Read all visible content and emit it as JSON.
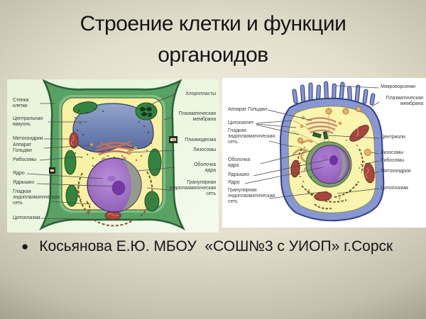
{
  "slide": {
    "title": [
      "Строение клетки и функции",
      "органоидов"
    ],
    "footer_bullet": "Косьянова Е.Ю. МБОУ  «СОШ№3 с УИОП» г.Сорск"
  },
  "plant_cell": {
    "caption": "plant-cell-diagram",
    "left_labels": [
      "Стенка клетки",
      "Центральная вакуоль",
      "Митохондрии",
      "Аппарат Гольджи",
      "Рибосомы",
      "Ядро",
      "Ядрышко",
      "Гладкая эндоплазматическая сеть",
      "Цитоплазма"
    ],
    "right_labels": [
      "Хлоропласты",
      "Плазматическая мембрана",
      "Плазмодесма",
      "Лизосомы",
      "Оболочка ядра",
      "Гранулярная эндоплазматическая сеть"
    ]
  },
  "animal_cell": {
    "caption": "animal-cell-diagram",
    "left_labels": [
      "Аппарат Гольджи",
      "Цитоскелет",
      "Гладкая эндоплазматическая сеть",
      "Оболочка ядра",
      "Ядрышко",
      "Ядро",
      "Гранулярная эндоплазматическая сеть"
    ],
    "right_labels": [
      "Микроворсинки",
      "Плазматическая мембрана",
      "Центриоли",
      "Лизосомы",
      "Рибосомы",
      "Митохондрии",
      "Цитоплазма"
    ]
  },
  "palette": {
    "slide_bg_center": "#f5f1e2",
    "slide_bg_edge": "#6e6c5b",
    "plant_panel_bg": "#eaf5df",
    "animal_panel_bg": "#ffffff",
    "cell_wall_green": "#58a263",
    "cytoplasm_yellow": "#f8f0a2",
    "vacuole_blue": "#6478ae",
    "nucleus_purple": "#9a66c4",
    "chloroplast_green": "#338342",
    "mitochondria_red": "#a8463e",
    "membrane_blue": "#8797d4",
    "label_text": "#3c3c3c"
  }
}
